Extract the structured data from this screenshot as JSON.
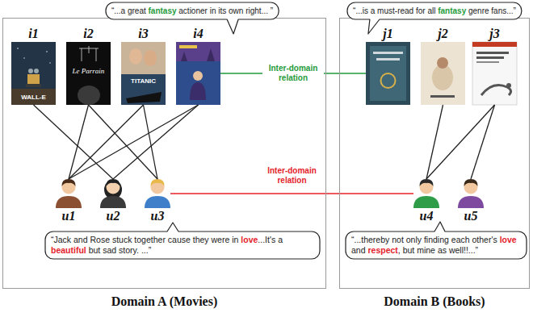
{
  "diagram": {
    "nodes": [
      {
        "text": [
          "Domain A (Movies)"
        ]
      },
      {
        "text": [
          "“...a great fantasy actioner in its own right... ”"
        ]
      },
      {
        "text": [
          "i1"
        ],
        "in": 0
      },
      {
        "text": [
          "i2"
        ],
        "in": 0
      },
      {
        "text": [
          "i3"
        ],
        "in": 0
      },
      {
        "text": [
          "i4"
        ],
        "in": 0
      },
      {
        "text": [
          "u1"
        ],
        "in": 0
      },
      {
        "text": [
          "u2"
        ],
        "in": 0
      },
      {
        "text": [
          "u3"
        ],
        "in": 0
      },
      {
        "text": [
          "“Jack and Rose stuck together cause they were in love...It's a beautiful but sad story. ...”"
        ],
        "in": 0
      },
      {
        "text": [
          "Domain B (Books)"
        ]
      },
      {
        "text": [
          "“...is a must-read for all fantasy genre fans...”"
        ]
      },
      {
        "text": [
          "j1"
        ],
        "in": 10
      },
      {
        "text": [
          "j2"
        ],
        "in": 10
      },
      {
        "text": [
          "j3"
        ],
        "in": 10
      },
      {
        "text": [
          "u4"
        ],
        "in": 10
      },
      {
        "text": [
          "u5"
        ],
        "in": 10
      },
      {
        "text": [
          "“...thereby not only finding each other's love and respect, but mine as well!!...”"
        ],
        "in": 10
      }
    ],
    "edges": [
      {
        "from": 2,
        "to": 7,
        "arrow": "none"
      },
      {
        "from": 3,
        "to": 6,
        "arrow": "none"
      },
      {
        "from": 3,
        "to": 8,
        "arrow": "none"
      },
      {
        "from": 4,
        "to": 6,
        "arrow": "none"
      },
      {
        "from": 4,
        "to": 8,
        "arrow": "none"
      },
      {
        "from": 5,
        "to": 6,
        "arrow": "none"
      },
      {
        "from": 5,
        "to": 7,
        "arrow": "none"
      },
      {
        "from": 13,
        "to": 15,
        "arrow": "none"
      },
      {
        "from": 14,
        "to": 15,
        "arrow": "none"
      },
      {
        "from": 14,
        "to": 16,
        "arrow": "none"
      },
      {
        "from": 5,
        "to": 12,
        "label": "Inter-domain relation",
        "arrow": "none"
      },
      {
        "from": 8,
        "to": 15,
        "label": "Inter-domain relation",
        "arrow": "none"
      }
    ],
    "labels": [
      "WALL-E",
      "Le Parrain",
      "TITANIC"
    ]
  }
}
